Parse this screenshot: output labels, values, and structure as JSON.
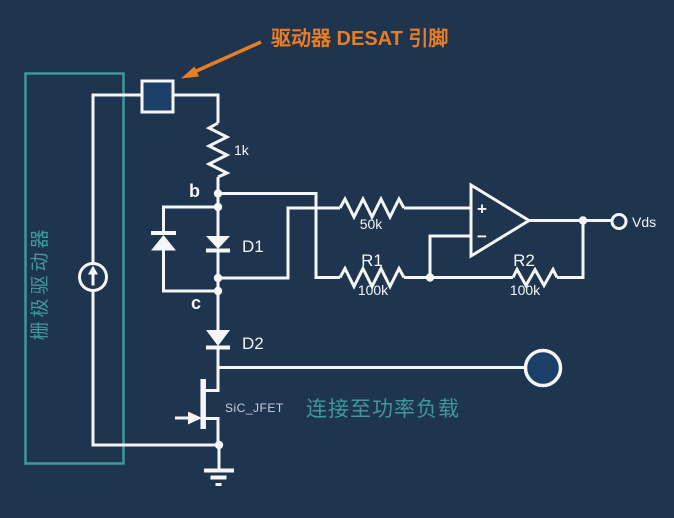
{
  "colors": {
    "bg": "#1F344E",
    "wire": "#F4F6F8",
    "pad": "#1C4068",
    "orange": "#E87E23",
    "teal": "#3E989C",
    "muted": "#C9D2DA"
  },
  "annotations": {
    "desat_pin_label": "驱动器 DESAT 引脚",
    "gate_driver_label": "栅极驱动器",
    "power_load_label": "连接至功率负载"
  },
  "components": {
    "desat_resistor_value": "1k",
    "node_b_label": "b",
    "node_c_label": "c",
    "diode1_label": "D1",
    "diode2_label": "D2",
    "resistor_50k_value": "50k",
    "r1_name": "R1",
    "r1_value": "100k",
    "r2_name": "R2",
    "r2_value": "100k",
    "opamp_plus": "+",
    "opamp_minus": "−",
    "output_label": "Vds",
    "jfet_label": "SiC_JFET"
  }
}
